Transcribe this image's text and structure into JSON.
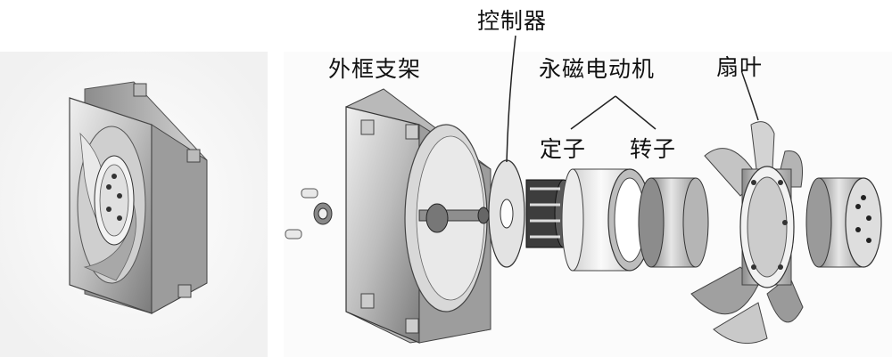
{
  "labels": {
    "controller": "控制器",
    "outer_frame": "外框支架",
    "motor": "永磁电动机",
    "stator": "定子",
    "rotor": "转子",
    "fan_blade": "扇叶"
  },
  "colors": {
    "metal_dark": "#6f6f6f",
    "metal_mid": "#a9a9a9",
    "metal_light": "#dcdcdc",
    "metal_white": "#f3f3f3",
    "line": "#222222",
    "text": "#111111"
  }
}
